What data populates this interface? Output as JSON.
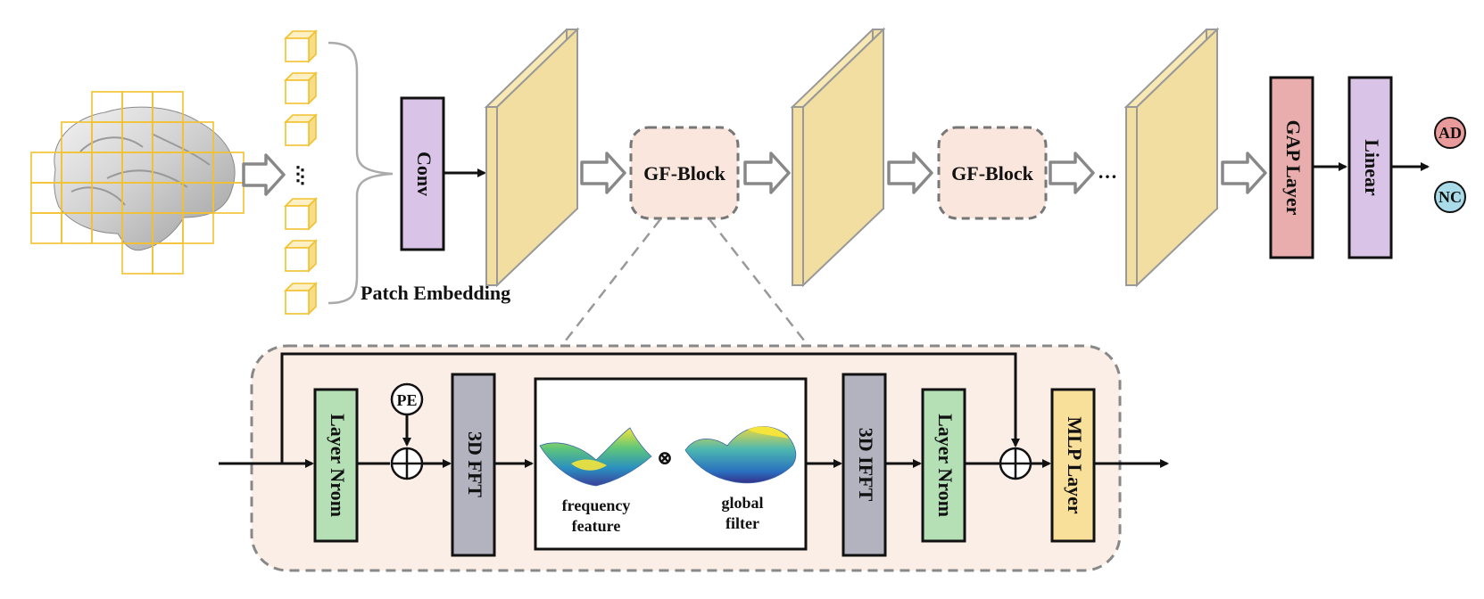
{
  "top": {
    "patch_embedding": "Patch Embedding",
    "conv": "Conv",
    "gf_block_1": "GF-Block",
    "gf_block_2": "GF-Block",
    "ellipsis_1": "…",
    "ellipsis_2": "…",
    "gap_layer": "GAP Layer",
    "linear": "Linear",
    "out_ad": "AD",
    "out_nc": "NC"
  },
  "block": {
    "layer_norm_1": "Layer Nrom",
    "pe": "PE",
    "fft": "3D FFT",
    "ifft": "3D IFFT",
    "layer_norm_2": "Layer Nrom",
    "mlp": "MLP Layer",
    "multiply": "⊗",
    "frequency_feature_line1": "frequency",
    "frequency_feature_line2": "feature",
    "global_filter_line1": "global",
    "global_filter_line2": "filter"
  },
  "colors": {
    "conv": "#d9c3e6",
    "linear": "#d9c3e6",
    "gap": "#eaadad",
    "ad": "#e99a9a",
    "nc": "#a9dbe8",
    "feature_map": "#f1dea0",
    "gf_block": "#fae6dc",
    "detail_panel": "#fbeee6",
    "layer_norm": "#b5e0b6",
    "fft": "#b3b3c0",
    "mlp": "#f9e09a",
    "patch_grid": "#f2c12e"
  }
}
